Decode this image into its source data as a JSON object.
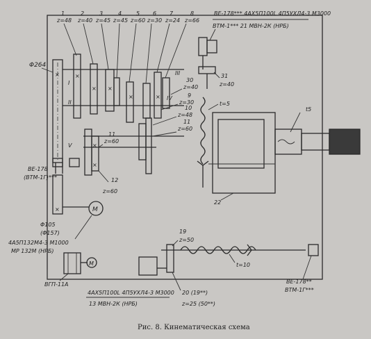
{
  "caption": "Рис. 8. Кинематическая схема",
  "shafts": [
    "I",
    "II",
    "III",
    "IV",
    "V"
  ],
  "gears": [
    {
      "num": "1",
      "z": "z=48"
    },
    {
      "num": "2",
      "z": "z=40"
    },
    {
      "num": "3",
      "z": "z=45"
    },
    {
      "num": "4",
      "z": "z=45"
    },
    {
      "num": "5",
      "z": "z=60"
    },
    {
      "num": "6",
      "z": "z=30"
    },
    {
      "num": "7",
      "z": "z=24"
    },
    {
      "num": "8",
      "z": "z=66"
    }
  ],
  "gear_right": [
    {
      "num": "30",
      "z": "z=40"
    },
    {
      "num": "9",
      "z": "z=30"
    },
    {
      "num": "10",
      "z": "z=48"
    },
    {
      "num": "11",
      "z": "z=60"
    }
  ],
  "gear_11": {
    "num": "11",
    "z": "z=60"
  },
  "gear_12": {
    "num": "12",
    "z": "z=60"
  },
  "gear_31": {
    "num": "31",
    "z": "z=40"
  },
  "gear_19": {
    "num": "19",
    "z": "z=50"
  },
  "gear_20": {
    "num": "20 (19**)",
    "z": "z=25 (50**)"
  },
  "pulley": "Φ264",
  "pulley_small": "Φ105",
  "pulley_small2": "(Φ157)",
  "lead_t5": "t=5",
  "lead_t5b": "t5",
  "lead_t10": "t=10",
  "part_22": "22",
  "motor_top_label1": "ВЕ-178***  4АХ5П100L 4П5УХЛ4-3 М3000",
  "motor_top_label2": "ВТМ-1*** 21 МВН-2К (НРБ)",
  "motor_left_label1": "ВЕ-178",
  "motor_left_label2": "(ВТМ-1Г)***",
  "motor_main_label1": "4А5П132М4-3 М1000",
  "motor_main_label2": "МР 132М (НРБ)",
  "pump_label": "ВГП-11А",
  "motor_bottom_label1": "4АХ5П100L 4П5УХЛ4-3 М3000",
  "motor_bottom_label2": "13 МВН-2К (НРБ)",
  "motor_right_label1": "ВЕ-178**",
  "motor_right_label2": "ВТМ-1Г***",
  "motor_symbol": "М"
}
